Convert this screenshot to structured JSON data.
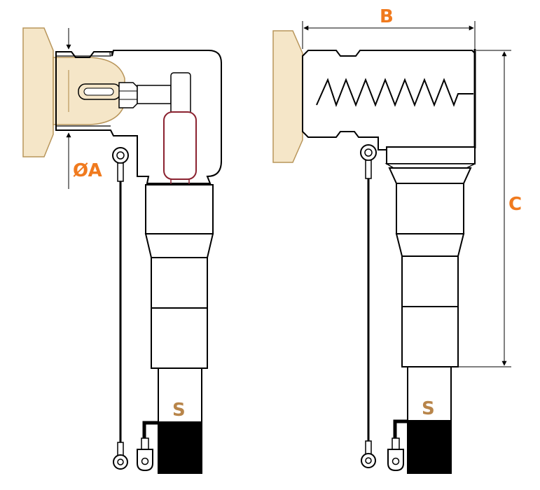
{
  "labels": {
    "diameter": "ØA",
    "width": "B",
    "height": "C",
    "screen_left": "S",
    "screen_right": "S"
  },
  "colors": {
    "dimension_label": "#F07A1E",
    "screen_label": "#B8854A",
    "bushing_fill": "#F5E6C8",
    "bushing_stroke": "#B8955A",
    "fuse_stroke": "#8B2230",
    "outline": "#000000"
  },
  "views": [
    "front-section-view",
    "side-view"
  ]
}
